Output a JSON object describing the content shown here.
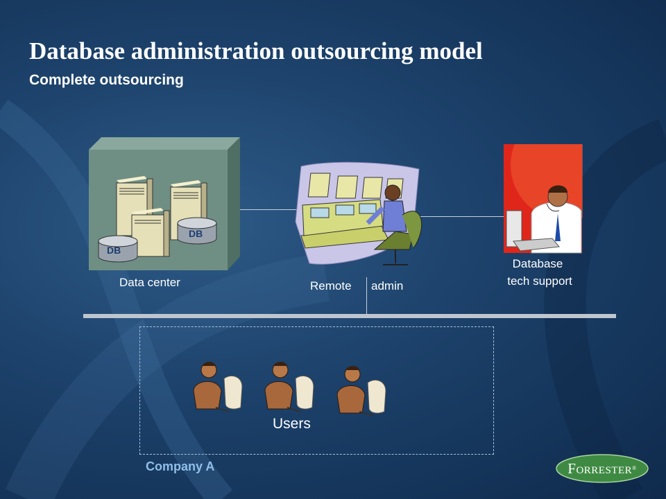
{
  "slide": {
    "title": "Database administration outsourcing model",
    "subtitle": "Complete outsourcing"
  },
  "data_center": {
    "label": "Data center",
    "db_tags": [
      "DB",
      "DB"
    ]
  },
  "remote_admin": {
    "label_left": "Remote",
    "label_right": "admin"
  },
  "tech_support": {
    "label_line1": "Database",
    "label_line2": "tech support"
  },
  "users": {
    "label": "Users",
    "count": 3
  },
  "company": {
    "label": "Company A"
  },
  "logo": {
    "text": "FORRESTER",
    "mark": "®"
  },
  "colors": {
    "background": "#1c416a",
    "data_center_box": "#6f8f84",
    "support_bg": "#e0261a",
    "company_label": "#8fbfe8",
    "logo_green": "#3f8a43"
  }
}
